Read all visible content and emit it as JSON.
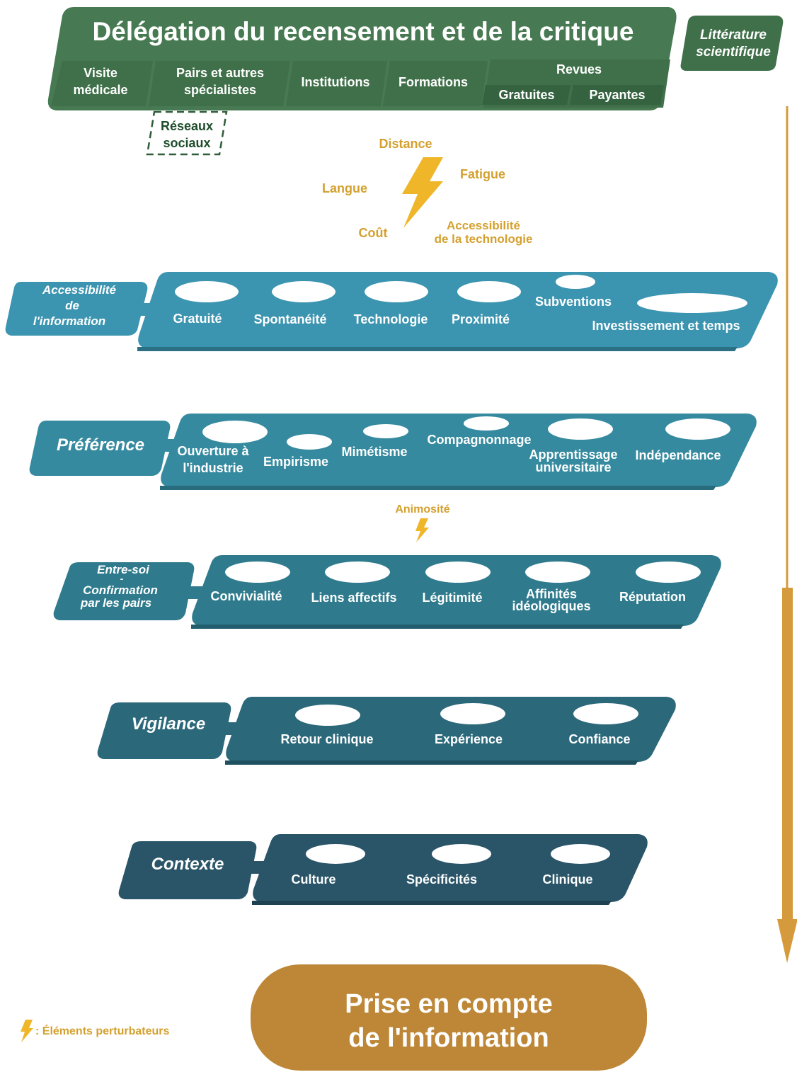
{
  "colors": {
    "green_band": "#477a52",
    "green_dark": "#2f5d3a",
    "teal_1": "#3b94b0",
    "teal_2": "#358a9f",
    "teal_3": "#2f7b8d",
    "teal_4": "#2b687a",
    "teal_5": "#2a5568",
    "orange_arrow": "#d59a3b",
    "result_box": "#bd8737",
    "lightning": "#f0b62a",
    "disruptor_text": "#d4a02e"
  },
  "header": {
    "title": "Délégation du recensement et de la critique",
    "side_box": [
      "Littérature",
      "scientifique"
    ],
    "sources": {
      "visite": [
        "Visite",
        "médicale"
      ],
      "pairs": [
        "Pairs et autres",
        "spécialistes"
      ],
      "institutions": "Institutions",
      "formations": "Formations",
      "revues": "Revues",
      "gratuites": "Gratuites",
      "payantes": "Payantes"
    },
    "social": [
      "Réseaux",
      "sociaux"
    ]
  },
  "disruptors_top": {
    "distance": "Distance",
    "fatigue": "Fatigue",
    "langue": "Langue",
    "cout": "Coût",
    "accessibilite": [
      "Accessibilité",
      "de la technologie"
    ]
  },
  "filters": [
    {
      "label": [
        "Accessibilité",
        "de",
        "l'information"
      ],
      "items": [
        "Gratuité",
        "Spontanéité",
        "Technologie",
        "Proximité",
        "Subventions",
        "Investissement et temps"
      ]
    },
    {
      "label": [
        "Préférence"
      ],
      "items": [
        "Ouverture à",
        "l'industrie",
        "Empirisme",
        "Mimétisme",
        "Compagnonnage",
        "Apprentissage",
        "universitaire",
        "Indépendance"
      ]
    },
    {
      "label": [
        "Entre-soi",
        "-",
        "Confirmation",
        "par les pairs"
      ],
      "items": [
        "Convivialité",
        "Liens affectifs",
        "Légitimité",
        "Affinités",
        "idéologiques",
        "Réputation"
      ]
    },
    {
      "label": [
        "Vigilance"
      ],
      "items": [
        "Retour clinique",
        "Expérience",
        "Confiance"
      ]
    },
    {
      "label": [
        "Contexte"
      ],
      "items": [
        "Culture",
        "Spécificités",
        "Clinique"
      ]
    }
  ],
  "disruptor_mid": "Animosité",
  "result": [
    "Prise en compte",
    "de l'information"
  ],
  "legend": ": Éléments perturbateurs"
}
